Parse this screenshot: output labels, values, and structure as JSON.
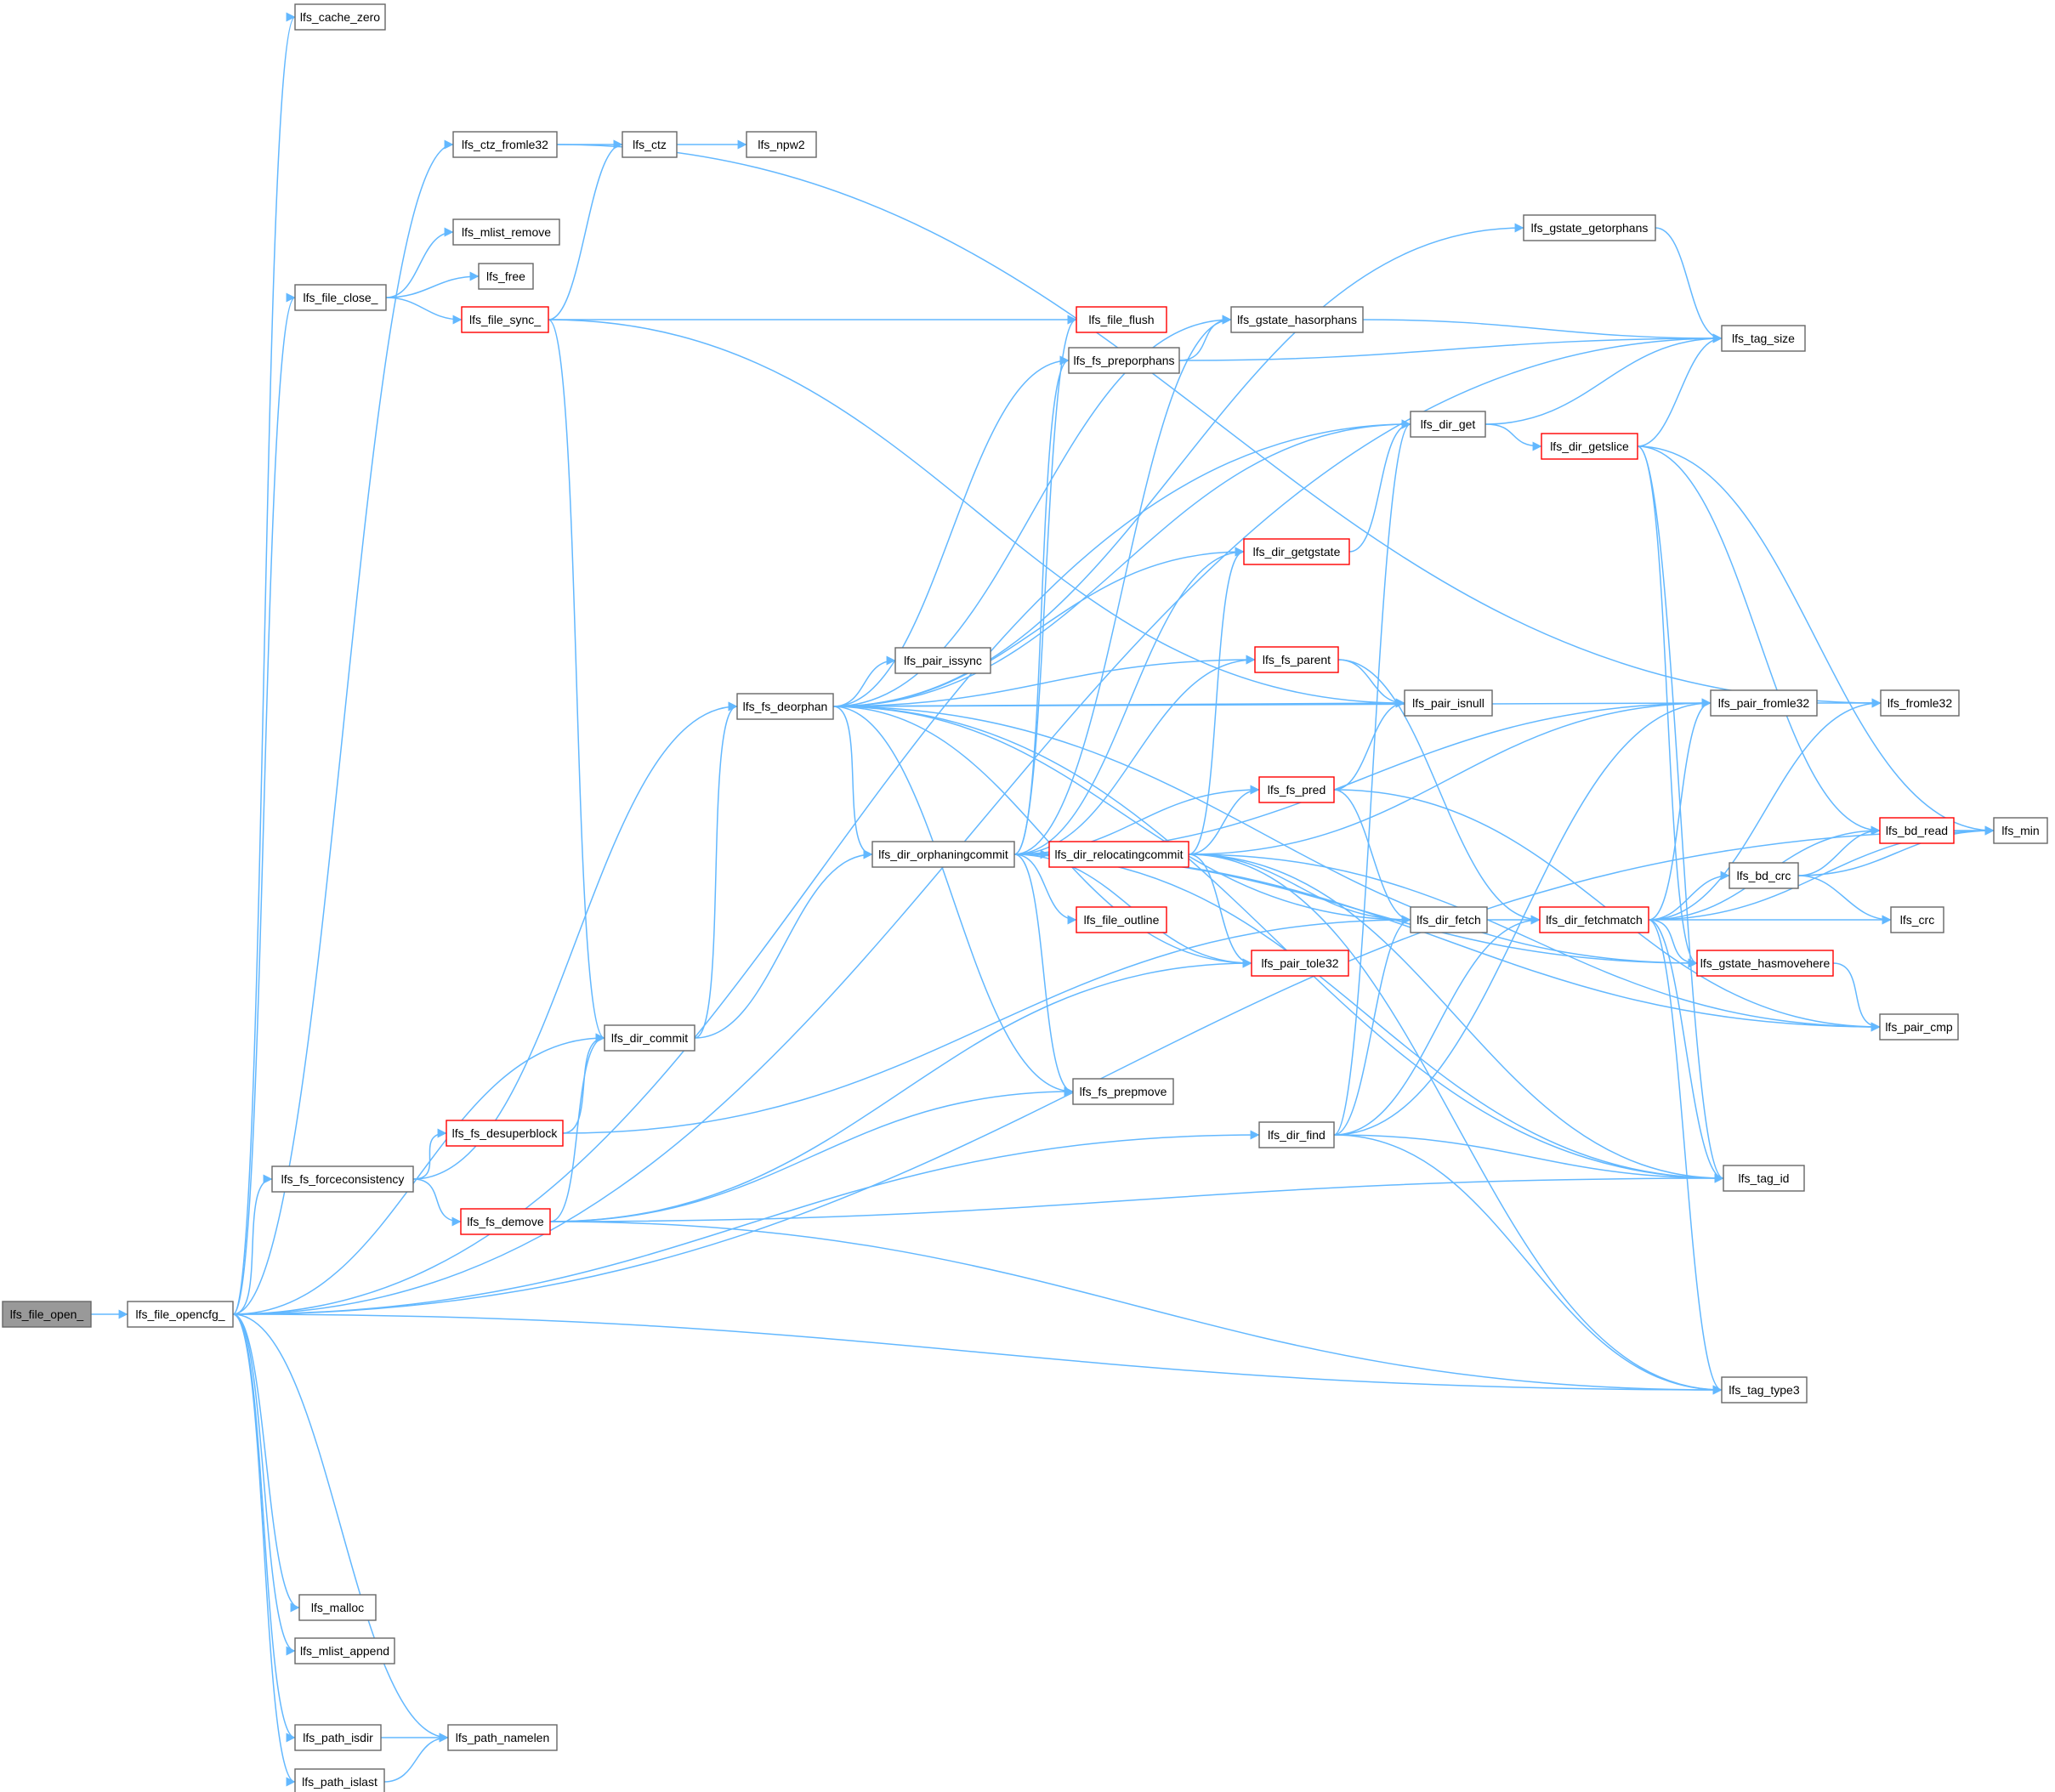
{
  "colors": {
    "edge": "#63b8ff",
    "node_border": "#666666",
    "node_fill": "#ffffff",
    "truncated_border": "#ff0000",
    "root_fill": "#999999",
    "root_border": "#666666",
    "text": "#000000"
  },
  "graph": {
    "nodes": [
      {
        "id": "lfs_file_open_",
        "label": "lfs_file_open_",
        "style": "root"
      },
      {
        "id": "lfs_file_opencfg_",
        "label": "lfs_file_opencfg_",
        "style": "normal"
      },
      {
        "id": "lfs_cache_zero",
        "label": "lfs_cache_zero",
        "style": "normal"
      },
      {
        "id": "lfs_ctz_fromle32",
        "label": "lfs_ctz_fromle32",
        "style": "normal"
      },
      {
        "id": "lfs_ctz",
        "label": "lfs_ctz",
        "style": "normal"
      },
      {
        "id": "lfs_npw2",
        "label": "lfs_npw2",
        "style": "normal"
      },
      {
        "id": "lfs_mlist_remove",
        "label": "lfs_mlist_remove",
        "style": "normal"
      },
      {
        "id": "lfs_free",
        "label": "lfs_free",
        "style": "normal"
      },
      {
        "id": "lfs_file_close_",
        "label": "lfs_file_close_",
        "style": "normal"
      },
      {
        "id": "lfs_file_sync_",
        "label": "lfs_file_sync_",
        "style": "truncated"
      },
      {
        "id": "lfs_file_flush",
        "label": "lfs_file_flush",
        "style": "truncated"
      },
      {
        "id": "lfs_gstate_getorphans",
        "label": "lfs_gstate_getorphans",
        "style": "normal"
      },
      {
        "id": "lfs_gstate_hasorphans",
        "label": "lfs_gstate_hasorphans",
        "style": "normal"
      },
      {
        "id": "lfs_fs_preporphans",
        "label": "lfs_fs_preporphans",
        "style": "normal"
      },
      {
        "id": "lfs_tag_size",
        "label": "lfs_tag_size",
        "style": "normal"
      },
      {
        "id": "lfs_dir_get",
        "label": "lfs_dir_get",
        "style": "normal"
      },
      {
        "id": "lfs_dir_getslice",
        "label": "lfs_dir_getslice",
        "style": "truncated"
      },
      {
        "id": "lfs_dir_getgstate",
        "label": "lfs_dir_getgstate",
        "style": "truncated"
      },
      {
        "id": "lfs_fs_deorphan",
        "label": "lfs_fs_deorphan",
        "style": "normal"
      },
      {
        "id": "lfs_pair_issync",
        "label": "lfs_pair_issync",
        "style": "normal"
      },
      {
        "id": "lfs_fs_parent",
        "label": "lfs_fs_parent",
        "style": "truncated"
      },
      {
        "id": "lfs_pair_isnull",
        "label": "lfs_pair_isnull",
        "style": "normal"
      },
      {
        "id": "lfs_pair_fromle32",
        "label": "lfs_pair_fromle32",
        "style": "normal"
      },
      {
        "id": "lfs_fromle32",
        "label": "lfs_fromle32",
        "style": "normal"
      },
      {
        "id": "lfs_dir_orphaningcommit",
        "label": "lfs_dir_orphaningcommit",
        "style": "normal"
      },
      {
        "id": "lfs_fs_pred",
        "label": "lfs_fs_pred",
        "style": "truncated"
      },
      {
        "id": "lfs_dir_relocatingcommit",
        "label": "lfs_dir_relocatingcommit",
        "style": "truncated"
      },
      {
        "id": "lfs_file_outline",
        "label": "lfs_file_outline",
        "style": "truncated"
      },
      {
        "id": "lfs_dir_fetch",
        "label": "lfs_dir_fetch",
        "style": "normal"
      },
      {
        "id": "lfs_dir_fetchmatch",
        "label": "lfs_dir_fetchmatch",
        "style": "truncated"
      },
      {
        "id": "lfs_bd_read",
        "label": "lfs_bd_read",
        "style": "truncated"
      },
      {
        "id": "lfs_min",
        "label": "lfs_min",
        "style": "normal"
      },
      {
        "id": "lfs_bd_crc",
        "label": "lfs_bd_crc",
        "style": "normal"
      },
      {
        "id": "lfs_crc",
        "label": "lfs_crc",
        "style": "normal"
      },
      {
        "id": "lfs_pair_tole32",
        "label": "lfs_pair_tole32",
        "style": "truncated"
      },
      {
        "id": "lfs_gstate_hasmovehere",
        "label": "lfs_gstate_hasmovehere",
        "style": "truncated"
      },
      {
        "id": "lfs_pair_cmp",
        "label": "lfs_pair_cmp",
        "style": "normal"
      },
      {
        "id": "lfs_dir_commit",
        "label": "lfs_dir_commit",
        "style": "normal"
      },
      {
        "id": "lfs_fs_prepmove",
        "label": "lfs_fs_prepmove",
        "style": "normal"
      },
      {
        "id": "lfs_dir_find",
        "label": "lfs_dir_find",
        "style": "normal"
      },
      {
        "id": "lfs_tag_id",
        "label": "lfs_tag_id",
        "style": "normal"
      },
      {
        "id": "lfs_fs_forceconsistency",
        "label": "lfs_fs_forceconsistency",
        "style": "normal"
      },
      {
        "id": "lfs_fs_desuperblock",
        "label": "lfs_fs_desuperblock",
        "style": "truncated"
      },
      {
        "id": "lfs_fs_demove",
        "label": "lfs_fs_demove",
        "style": "truncated"
      },
      {
        "id": "lfs_tag_type3",
        "label": "lfs_tag_type3",
        "style": "normal"
      },
      {
        "id": "lfs_malloc",
        "label": "lfs_malloc",
        "style": "normal"
      },
      {
        "id": "lfs_mlist_append",
        "label": "lfs_mlist_append",
        "style": "normal"
      },
      {
        "id": "lfs_path_isdir",
        "label": "lfs_path_isdir",
        "style": "normal"
      },
      {
        "id": "lfs_path_namelen",
        "label": "lfs_path_namelen",
        "style": "normal"
      },
      {
        "id": "lfs_path_islast",
        "label": "lfs_path_islast",
        "style": "normal"
      }
    ],
    "edges": [
      [
        "lfs_file_open_",
        "lfs_file_opencfg_"
      ],
      [
        "lfs_file_opencfg_",
        "lfs_cache_zero"
      ],
      [
        "lfs_file_opencfg_",
        "lfs_tag_size"
      ],
      [
        "lfs_file_opencfg_",
        "lfs_ctz_fromle32"
      ],
      [
        "lfs_file_opencfg_",
        "lfs_dir_get"
      ],
      [
        "lfs_file_opencfg_",
        "lfs_file_close_"
      ],
      [
        "lfs_file_opencfg_",
        "lfs_dir_commit"
      ],
      [
        "lfs_file_opencfg_",
        "lfs_fs_forceconsistency"
      ],
      [
        "lfs_file_opencfg_",
        "lfs_dir_find"
      ],
      [
        "lfs_file_opencfg_",
        "lfs_tag_type3"
      ],
      [
        "lfs_file_opencfg_",
        "lfs_min"
      ],
      [
        "lfs_file_opencfg_",
        "lfs_malloc"
      ],
      [
        "lfs_file_opencfg_",
        "lfs_mlist_append"
      ],
      [
        "lfs_file_opencfg_",
        "lfs_path_isdir"
      ],
      [
        "lfs_file_opencfg_",
        "lfs_path_namelen"
      ],
      [
        "lfs_file_opencfg_",
        "lfs_path_islast"
      ],
      [
        "lfs_ctz_fromle32",
        "lfs_ctz"
      ],
      [
        "lfs_ctz_fromle32",
        "lfs_fromle32"
      ],
      [
        "lfs_ctz",
        "lfs_npw2"
      ],
      [
        "lfs_file_close_",
        "lfs_mlist_remove"
      ],
      [
        "lfs_file_close_",
        "lfs_free"
      ],
      [
        "lfs_file_close_",
        "lfs_file_sync_"
      ],
      [
        "lfs_file_sync_",
        "lfs_ctz"
      ],
      [
        "lfs_file_sync_",
        "lfs_pair_isnull"
      ],
      [
        "lfs_file_sync_",
        "lfs_file_flush"
      ],
      [
        "lfs_file_sync_",
        "lfs_dir_commit"
      ],
      [
        "lfs_gstate_getorphans",
        "lfs_tag_size"
      ],
      [
        "lfs_gstate_hasorphans",
        "lfs_tag_size"
      ],
      [
        "lfs_fs_preporphans",
        "lfs_gstate_hasorphans"
      ],
      [
        "lfs_fs_preporphans",
        "lfs_tag_size"
      ],
      [
        "lfs_dir_get",
        "lfs_tag_size"
      ],
      [
        "lfs_dir_get",
        "lfs_dir_getslice"
      ],
      [
        "lfs_dir_getslice",
        "lfs_tag_size"
      ],
      [
        "lfs_dir_getslice",
        "lfs_min"
      ],
      [
        "lfs_dir_getslice",
        "lfs_bd_read"
      ],
      [
        "lfs_dir_getslice",
        "lfs_gstate_hasmovehere"
      ],
      [
        "lfs_dir_getslice",
        "lfs_tag_id"
      ],
      [
        "lfs_dir_getgstate",
        "lfs_dir_get"
      ],
      [
        "lfs_fs_deorphan",
        "lfs_gstate_getorphans"
      ],
      [
        "lfs_fs_deorphan",
        "lfs_gstate_hasorphans"
      ],
      [
        "lfs_fs_deorphan",
        "lfs_fs_preporphans"
      ],
      [
        "lfs_fs_deorphan",
        "lfs_dir_get"
      ],
      [
        "lfs_fs_deorphan",
        "lfs_pair_fromle32"
      ],
      [
        "lfs_fs_deorphan",
        "lfs_dir_getgstate"
      ],
      [
        "lfs_fs_deorphan",
        "lfs_fs_parent"
      ],
      [
        "lfs_fs_deorphan",
        "lfs_pair_issync"
      ],
      [
        "lfs_fs_deorphan",
        "lfs_pair_isnull"
      ],
      [
        "lfs_fs_deorphan",
        "lfs_dir_orphaningcommit"
      ],
      [
        "lfs_fs_deorphan",
        "lfs_dir_fetch"
      ],
      [
        "lfs_fs_deorphan",
        "lfs_pair_tole32"
      ],
      [
        "lfs_fs_deorphan",
        "lfs_fs_prepmove"
      ],
      [
        "lfs_fs_deorphan",
        "lfs_gstate_hasmovehere"
      ],
      [
        "lfs_fs_deorphan",
        "lfs_tag_id"
      ],
      [
        "lfs_fs_parent",
        "lfs_pair_isnull"
      ],
      [
        "lfs_fs_parent",
        "lfs_dir_fetchmatch"
      ],
      [
        "lfs_pair_fromle32",
        "lfs_fromle32"
      ],
      [
        "lfs_dir_orphaningcommit",
        "lfs_file_flush"
      ],
      [
        "lfs_dir_orphaningcommit",
        "lfs_gstate_hasorphans"
      ],
      [
        "lfs_dir_orphaningcommit",
        "lfs_fs_preporphans"
      ],
      [
        "lfs_dir_orphaningcommit",
        "lfs_dir_getgstate"
      ],
      [
        "lfs_dir_orphaningcommit",
        "lfs_fs_parent"
      ],
      [
        "lfs_dir_orphaningcommit",
        "lfs_pair_fromle32"
      ],
      [
        "lfs_dir_orphaningcommit",
        "lfs_fs_pred"
      ],
      [
        "lfs_dir_orphaningcommit",
        "lfs_dir_relocatingcommit"
      ],
      [
        "lfs_dir_orphaningcommit",
        "lfs_file_outline"
      ],
      [
        "lfs_dir_orphaningcommit",
        "lfs_pair_tole32"
      ],
      [
        "lfs_dir_orphaningcommit",
        "lfs_gstate_hasmovehere"
      ],
      [
        "lfs_dir_orphaningcommit",
        "lfs_fs_prepmove"
      ],
      [
        "lfs_dir_orphaningcommit",
        "lfs_tag_id"
      ],
      [
        "lfs_dir_orphaningcommit",
        "lfs_pair_cmp"
      ],
      [
        "lfs_fs_pred",
        "lfs_pair_isnull"
      ],
      [
        "lfs_fs_pred",
        "lfs_dir_fetch"
      ],
      [
        "lfs_fs_pred",
        "lfs_pair_cmp"
      ],
      [
        "lfs_dir_relocatingcommit",
        "lfs_dir_getgstate"
      ],
      [
        "lfs_dir_relocatingcommit",
        "lfs_fs_pred"
      ],
      [
        "lfs_dir_relocatingcommit",
        "lfs_pair_fromle32"
      ],
      [
        "lfs_dir_relocatingcommit",
        "lfs_dir_fetch"
      ],
      [
        "lfs_dir_relocatingcommit",
        "lfs_pair_tole32"
      ],
      [
        "lfs_dir_relocatingcommit",
        "lfs_pair_cmp"
      ],
      [
        "lfs_dir_relocatingcommit",
        "lfs_tag_id"
      ],
      [
        "lfs_dir_relocatingcommit",
        "lfs_tag_type3"
      ],
      [
        "lfs_dir_fetch",
        "lfs_dir_fetchmatch"
      ],
      [
        "lfs_dir_fetchmatch",
        "lfs_pair_fromle32"
      ],
      [
        "lfs_dir_fetchmatch",
        "lfs_fromle32"
      ],
      [
        "lfs_dir_fetchmatch",
        "lfs_bd_read"
      ],
      [
        "lfs_dir_fetchmatch",
        "lfs_min"
      ],
      [
        "lfs_dir_fetchmatch",
        "lfs_bd_crc"
      ],
      [
        "lfs_dir_fetchmatch",
        "lfs_crc"
      ],
      [
        "lfs_dir_fetchmatch",
        "lfs_gstate_hasmovehere"
      ],
      [
        "lfs_dir_fetchmatch",
        "lfs_tag_id"
      ],
      [
        "lfs_dir_fetchmatch",
        "lfs_tag_type3"
      ],
      [
        "lfs_bd_read",
        "lfs_min"
      ],
      [
        "lfs_bd_crc",
        "lfs_bd_read"
      ],
      [
        "lfs_bd_crc",
        "lfs_min"
      ],
      [
        "lfs_bd_crc",
        "lfs_crc"
      ],
      [
        "lfs_gstate_hasmovehere",
        "lfs_pair_cmp"
      ],
      [
        "lfs_dir_commit",
        "lfs_fs_deorphan"
      ],
      [
        "lfs_dir_commit",
        "lfs_dir_orphaningcommit"
      ],
      [
        "lfs_dir_find",
        "lfs_dir_get"
      ],
      [
        "lfs_dir_find",
        "lfs_pair_fromle32"
      ],
      [
        "lfs_dir_find",
        "lfs_dir_fetch"
      ],
      [
        "lfs_dir_find",
        "lfs_dir_fetchmatch"
      ],
      [
        "lfs_dir_find",
        "lfs_tag_id"
      ],
      [
        "lfs_dir_find",
        "lfs_tag_type3"
      ],
      [
        "lfs_fs_forceconsistency",
        "lfs_fs_deorphan"
      ],
      [
        "lfs_fs_forceconsistency",
        "lfs_fs_desuperblock"
      ],
      [
        "lfs_fs_forceconsistency",
        "lfs_fs_demove"
      ],
      [
        "lfs_fs_desuperblock",
        "lfs_dir_commit"
      ],
      [
        "lfs_fs_desuperblock",
        "lfs_dir_fetch"
      ],
      [
        "lfs_fs_demove",
        "lfs_dir_commit"
      ],
      [
        "lfs_fs_demove",
        "lfs_fs_prepmove"
      ],
      [
        "lfs_fs_demove",
        "lfs_pair_tole32"
      ],
      [
        "lfs_fs_demove",
        "lfs_tag_id"
      ],
      [
        "lfs_fs_demove",
        "lfs_tag_type3"
      ],
      [
        "lfs_path_isdir",
        "lfs_path_namelen"
      ],
      [
        "lfs_path_islast",
        "lfs_path_namelen"
      ]
    ]
  }
}
